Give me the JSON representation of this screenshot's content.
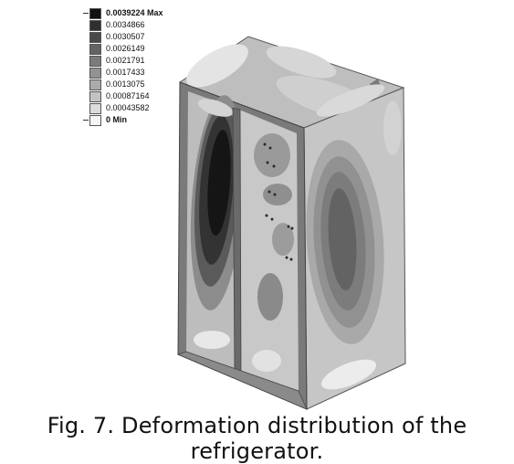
{
  "legend": {
    "entries": [
      {
        "label": "0.0039224 Max",
        "color": "#111111",
        "bold": true
      },
      {
        "label": "0.0034866",
        "color": "#2f2f2f",
        "bold": false
      },
      {
        "label": "0.0030507",
        "color": "#4a4a4a",
        "bold": false
      },
      {
        "label": "0.0026149",
        "color": "#636363",
        "bold": false
      },
      {
        "label": "0.0021791",
        "color": "#7b7b7b",
        "bold": false
      },
      {
        "label": "0.0017433",
        "color": "#939393",
        "bold": false
      },
      {
        "label": "0.0013075",
        "color": "#ababab",
        "bold": false
      },
      {
        "label": "0.00087164",
        "color": "#c3c3c3",
        "bold": false
      },
      {
        "label": "0.00043582",
        "color": "#dbdbdb",
        "bold": false
      },
      {
        "label": "0 Min",
        "color": "#f5f5f5",
        "bold": true
      }
    ]
  },
  "caption": "Fig. 7. Deformation distribution of the refrigerator."
}
